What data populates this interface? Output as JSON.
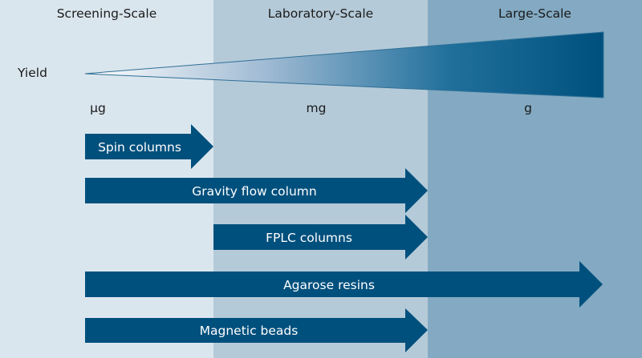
{
  "scales": [
    {
      "label": "Screening-Scale",
      "unit": "µg",
      "color": "#dae6ee"
    },
    {
      "label": "Laboratory-Scale",
      "unit": "mg",
      "color": "#b5cad8"
    },
    {
      "label": "Large-Scale",
      "unit": "g",
      "color": "#83aac2"
    }
  ],
  "yield_label": "Yield",
  "colors": {
    "arrow": "#00507d",
    "wedge_start": "#ffffff",
    "wedge_end": "#00507d",
    "wedge_stroke": "#2f6f96"
  },
  "methods": [
    {
      "label": "Spin columns",
      "from_scale": "Screening-Scale",
      "to_scale": "Screening-Scale"
    },
    {
      "label": "Gravity flow column",
      "from_scale": "Screening-Scale",
      "to_scale": "Laboratory-Scale"
    },
    {
      "label": "FPLC columns",
      "from_scale": "Laboratory-Scale",
      "to_scale": "Laboratory-Scale"
    },
    {
      "label": "Agarose resins",
      "from_scale": "Screening-Scale",
      "to_scale": "Large-Scale"
    },
    {
      "label": "Magnetic beads",
      "from_scale": "Screening-Scale",
      "to_scale": "Laboratory-Scale"
    }
  ]
}
